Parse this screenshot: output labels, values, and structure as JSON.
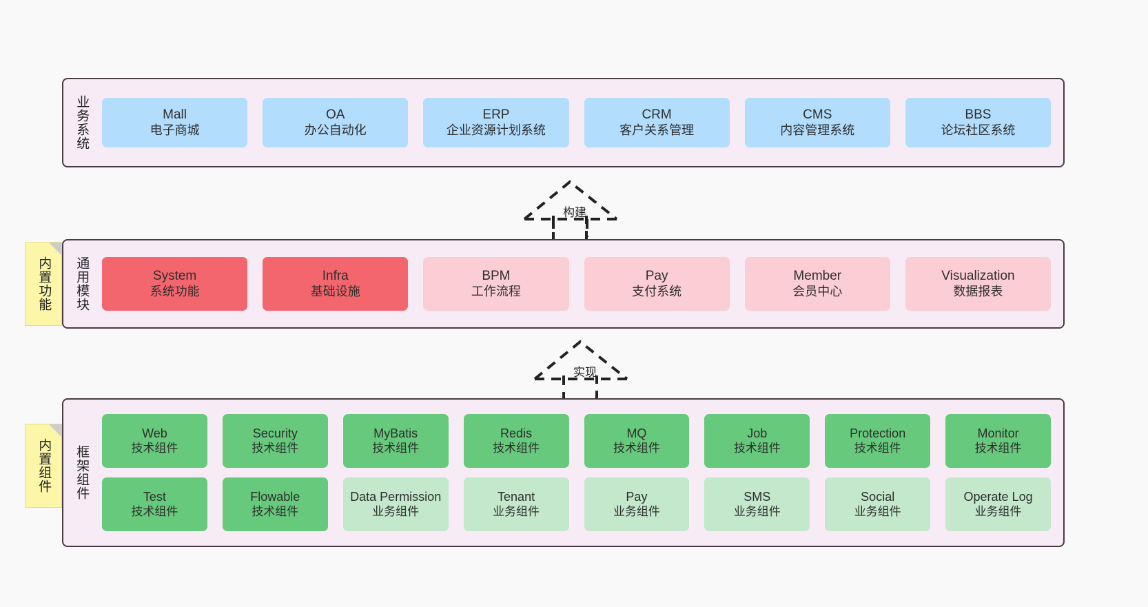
{
  "diagram": {
    "title": "",
    "colors": {
      "page_background": "#f9f9f9",
      "panel_background": "#f7ecf6",
      "panel_border": "#4a3b45",
      "business_node": "#b2ddfc",
      "common_core_node": "#f4666e",
      "common_node": "#fbcdd4",
      "tech_component_node": "#66c97b",
      "business_component_node": "#c3e8cb",
      "note_background": "#fcf7a8"
    }
  },
  "notes": [
    {
      "name": "builtin-functions",
      "text": "内置功能"
    },
    {
      "name": "builtin-components",
      "text": "内置组件"
    }
  ],
  "arrows": [
    {
      "name": "build-arrow",
      "label": "构建",
      "style": "dashed-hollow-triangle",
      "direction": "up"
    },
    {
      "name": "implement-arrow",
      "label": "实现",
      "style": "dashed-hollow-triangle",
      "direction": "up"
    }
  ],
  "layers": [
    {
      "id": "business",
      "title": "业务系统",
      "rows": [
        [
          {
            "en": "Mall",
            "cn": "电子商城",
            "color": "c-blue"
          },
          {
            "en": "OA",
            "cn": "办公自动化",
            "color": "c-blue"
          },
          {
            "en": "ERP",
            "cn": "企业资源计划系统",
            "color": "c-blue"
          },
          {
            "en": "CRM",
            "cn": "客户关系管理",
            "color": "c-blue"
          },
          {
            "en": "CMS",
            "cn": "内容管理系统",
            "color": "c-blue"
          },
          {
            "en": "BBS",
            "cn": "论坛社区系统",
            "color": "c-blue"
          }
        ]
      ]
    },
    {
      "id": "common",
      "title": "通用模块",
      "rows": [
        [
          {
            "en": "System",
            "cn": "系统功能",
            "color": "c-red"
          },
          {
            "en": "Infra",
            "cn": "基础设施",
            "color": "c-red"
          },
          {
            "en": "BPM",
            "cn": "工作流程",
            "color": "c-pink"
          },
          {
            "en": "Pay",
            "cn": "支付系统",
            "color": "c-pink"
          },
          {
            "en": "Member",
            "cn": "会员中心",
            "color": "c-pink"
          },
          {
            "en": "Visualization",
            "cn": "数据报表",
            "color": "c-pink"
          }
        ]
      ]
    },
    {
      "id": "framework",
      "title": "框架组件",
      "rows": [
        [
          {
            "en": "Web",
            "cn": "技术组件",
            "color": "c-green"
          },
          {
            "en": "Security",
            "cn": "技术组件",
            "color": "c-green"
          },
          {
            "en": "MyBatis",
            "cn": "技术组件",
            "color": "c-green"
          },
          {
            "en": "Redis",
            "cn": "技术组件",
            "color": "c-green"
          },
          {
            "en": "MQ",
            "cn": "技术组件",
            "color": "c-green"
          },
          {
            "en": "Job",
            "cn": "技术组件",
            "color": "c-green"
          },
          {
            "en": "Protection",
            "cn": "技术组件",
            "color": "c-green"
          },
          {
            "en": "Monitor",
            "cn": "技术组件",
            "color": "c-green"
          }
        ],
        [
          {
            "en": "Test",
            "cn": "技术组件",
            "color": "c-green"
          },
          {
            "en": "Flowable",
            "cn": "技术组件",
            "color": "c-green"
          },
          {
            "en": "Data Permission",
            "cn": "业务组件",
            "color": "c-lightgreen"
          },
          {
            "en": "Tenant",
            "cn": "业务组件",
            "color": "c-lightgreen"
          },
          {
            "en": "Pay",
            "cn": "业务组件",
            "color": "c-lightgreen"
          },
          {
            "en": "SMS",
            "cn": "业务组件",
            "color": "c-lightgreen"
          },
          {
            "en": "Social",
            "cn": "业务组件",
            "color": "c-lightgreen"
          },
          {
            "en": "Operate Log",
            "cn": "业务组件",
            "color": "c-lightgreen"
          }
        ]
      ]
    }
  ]
}
